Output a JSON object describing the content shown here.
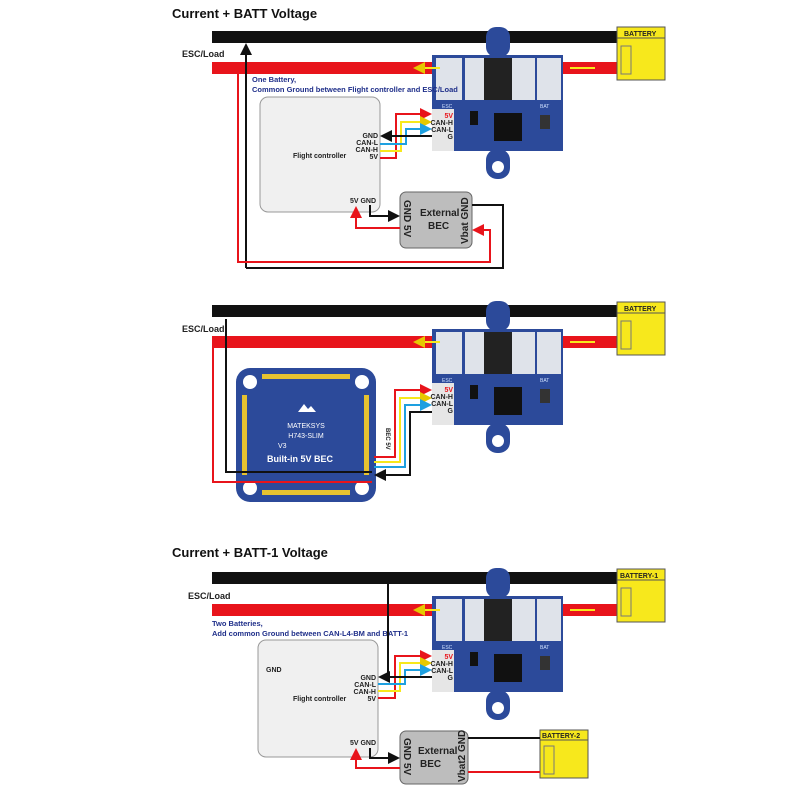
{
  "colors": {
    "positive": "#e8141b",
    "ground": "#111111",
    "can_h": "#f7e81c",
    "can_l": "#1ea0e0",
    "board": "#2c4a9a",
    "battery": "#f7e81c"
  },
  "sections": [
    {
      "title": "Current + BATT Voltage",
      "load_label": "ESC/Load",
      "note_lines": [
        "One Battery,",
        "Common Ground between Flight controller and ESC/Load"
      ],
      "battery_label": "BATTERY",
      "fc_label": "Flight controller",
      "fc_pins": [
        "GND",
        "CAN-L",
        "CAN-H",
        "5V"
      ],
      "fc_power_pins": "5V GND",
      "bec_label": [
        "External",
        "BEC"
      ],
      "bec_left_pins": "GND 5V",
      "bec_right_pins": "Vbat GND",
      "board_pins": [
        "5V",
        "CAN-H",
        "CAN-L",
        "G"
      ],
      "board_labels": {
        "esc": "ESC",
        "bat": "BAT"
      }
    },
    {
      "load_label": "ESC/Load",
      "battery_label": "BATTERY",
      "fc_brand": "MATEKSYS",
      "fc_model": "H743-SLIM",
      "fc_version": "V3",
      "fc_bec_label": "Built-in 5V BEC",
      "bec_pad_label": "BEC 5V",
      "board_pins": [
        "5V",
        "CAN-H",
        "CAN-L",
        "G"
      ],
      "board_labels": {
        "esc": "ESC",
        "bat": "BAT"
      }
    },
    {
      "title": "Current + BATT-1 Voltage",
      "load_label": "ESC/Load",
      "note_lines": [
        "Two Batteries,",
        "Add common Ground between CAN-L4-BM and BATT-1"
      ],
      "battery_label": "BATTERY-1",
      "battery2_label": "BATTERY-2",
      "fc_label": "Flight controller",
      "fc_gnd_label": "GND",
      "fc_pins": [
        "GND",
        "CAN-L",
        "CAN-H",
        "5V"
      ],
      "fc_power_pins": "5V GND",
      "bec_label": [
        "External",
        "BEC"
      ],
      "bec_left_pins": "GND 5V",
      "bec_right_pins": "Vbat2 GND",
      "board_pins": [
        "5V",
        "CAN-H",
        "CAN-L",
        "G"
      ],
      "board_labels": {
        "esc": "ESC",
        "bat": "BAT"
      }
    }
  ]
}
